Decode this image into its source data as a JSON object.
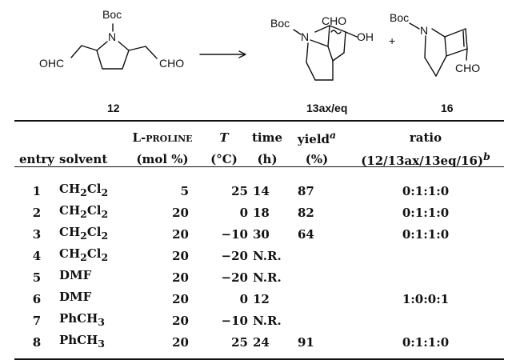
{
  "scheme": {
    "compounds": [
      {
        "id": "12",
        "label": "12"
      },
      {
        "id": "13",
        "label": "13ax/eq"
      },
      {
        "id": "16",
        "label": "16"
      }
    ],
    "atoms": {
      "boc": "Boc",
      "n": "N",
      "cho": "CHO",
      "ohc": "OHC",
      "oh": "OH",
      "plus": "+"
    }
  },
  "table": {
    "headers": {
      "entry": "entry",
      "solvent": "solvent",
      "proline_top": "L-proline",
      "proline_bottom": "(mol %)",
      "temp_top": "T",
      "temp_bottom": "(°C)",
      "time_top": "time",
      "time_bottom": "(h)",
      "yield_top": "yield",
      "yield_sup": "a",
      "yield_bottom": "(%)",
      "ratio_top": "ratio",
      "ratio_open": "(",
      "ratio_12": "12",
      "ratio_13ax": "13ax",
      "ratio_13eq": "13eq",
      "ratio_16": "16",
      "ratio_close": ")",
      "ratio_sup": "b"
    },
    "rows": [
      {
        "entry": "1",
        "solvent_main": "CH",
        "solvent_sub1": "2",
        "solvent_mid": "Cl",
        "solvent_sub2": "2",
        "proline": "5",
        "temp": "25",
        "time": "14",
        "yield": "87",
        "ratio": "0:1:1:0"
      },
      {
        "entry": "2",
        "solvent_main": "CH",
        "solvent_sub1": "2",
        "solvent_mid": "Cl",
        "solvent_sub2": "2",
        "proline": "20",
        "temp": "0",
        "time": "18",
        "yield": "82",
        "ratio": "0:1:1:0"
      },
      {
        "entry": "3",
        "solvent_main": "CH",
        "solvent_sub1": "2",
        "solvent_mid": "Cl",
        "solvent_sub2": "2",
        "proline": "20",
        "temp": "−10",
        "time": "30",
        "yield": "64",
        "ratio": "0:1:1:0"
      },
      {
        "entry": "4",
        "solvent_main": "CH",
        "solvent_sub1": "2",
        "solvent_mid": "Cl",
        "solvent_sub2": "2",
        "proline": "20",
        "temp": "−20",
        "time": "N.R.",
        "yield": "",
        "ratio": ""
      },
      {
        "entry": "5",
        "solvent_main": "DMF",
        "solvent_sub1": "",
        "solvent_mid": "",
        "solvent_sub2": "",
        "proline": "20",
        "temp": "−20",
        "time": "N.R.",
        "yield": "",
        "ratio": ""
      },
      {
        "entry": "6",
        "solvent_main": "DMF",
        "solvent_sub1": "",
        "solvent_mid": "",
        "solvent_sub2": "",
        "proline": "20",
        "temp": "0",
        "time": "12",
        "yield": "",
        "ratio": "1:0:0:1"
      },
      {
        "entry": "7",
        "solvent_main": "PhCH",
        "solvent_sub1": "3",
        "solvent_mid": "",
        "solvent_sub2": "",
        "proline": "20",
        "temp": "−10",
        "time": "N.R.",
        "yield": "",
        "ratio": ""
      },
      {
        "entry": "8",
        "solvent_main": "PhCH",
        "solvent_sub1": "3",
        "solvent_mid": "",
        "solvent_sub2": "",
        "proline": "20",
        "temp": "25",
        "time": "24",
        "yield": "91",
        "ratio": "0:1:1:0"
      }
    ]
  }
}
